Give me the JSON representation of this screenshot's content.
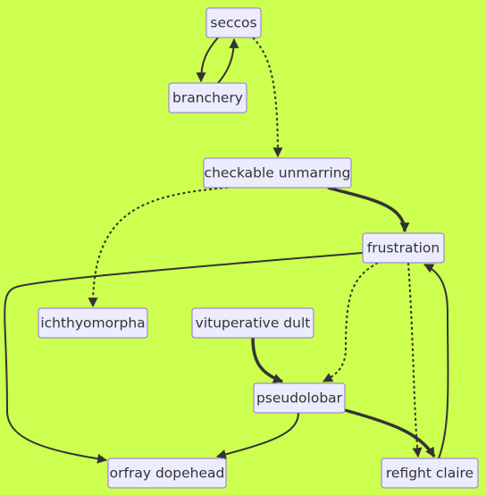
{
  "diagram": {
    "background_color": "#cdff50",
    "node_fill": "#ececff",
    "node_stroke": "#9370db",
    "edge_color": "#333333",
    "nodes": [
      {
        "id": "seccos",
        "label": "seccos"
      },
      {
        "id": "branchery",
        "label": "branchery"
      },
      {
        "id": "checkable",
        "label": "checkable unmarring"
      },
      {
        "id": "frustration",
        "label": "frustration"
      },
      {
        "id": "ichthyomorpha",
        "label": "ichthyomorpha"
      },
      {
        "id": "vituperative",
        "label": "vituperative dult"
      },
      {
        "id": "pseudolobar",
        "label": "pseudolobar"
      },
      {
        "id": "orfray",
        "label": "orfray dopehead"
      },
      {
        "id": "refight",
        "label": "refight claire"
      }
    ],
    "edges": [
      {
        "from": "seccos",
        "to": "branchery",
        "style": "solid"
      },
      {
        "from": "branchery",
        "to": "seccos",
        "style": "solid"
      },
      {
        "from": "seccos",
        "to": "checkable",
        "style": "dotted"
      },
      {
        "from": "checkable",
        "to": "frustration",
        "style": "thick"
      },
      {
        "from": "checkable",
        "to": "ichthyomorpha",
        "style": "dotted"
      },
      {
        "from": "frustration",
        "to": "orfray",
        "style": "solid"
      },
      {
        "from": "frustration",
        "to": "pseudolobar",
        "style": "dotted"
      },
      {
        "from": "frustration",
        "to": "refight",
        "style": "dotted"
      },
      {
        "from": "vituperative",
        "to": "pseudolobar",
        "style": "thick"
      },
      {
        "from": "pseudolobar",
        "to": "orfray",
        "style": "solid"
      },
      {
        "from": "pseudolobar",
        "to": "refight",
        "style": "thick"
      },
      {
        "from": "refight",
        "to": "frustration",
        "style": "solid"
      }
    ]
  }
}
